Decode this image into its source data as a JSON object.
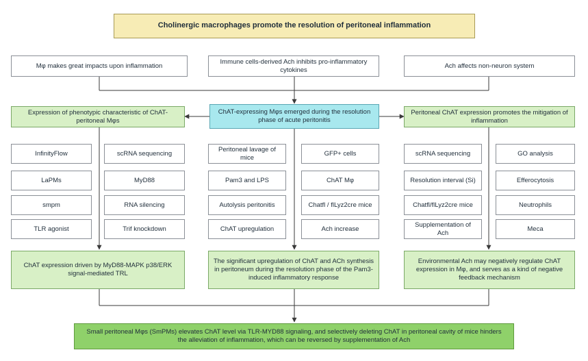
{
  "title": "Cholinergic macrophages promote the resolution of peritoneal inflammation",
  "top_row": [
    "Mφ makes great impacts upon inflammation",
    "Immune cells-derived Ach inhibits pro-inflammatory cytokines",
    "Ach affects non-neuron system"
  ],
  "center": "ChAT-expressing Mφs emerged during the resolution phase of acute peritonitis",
  "left_header": "Expression of phenotypic characteristic of ChAT-peritoneal Mφs",
  "right_header": "Peritoneal ChAT expression promotes the mitigation of inflammation",
  "left_items": {
    "col1": [
      "InfinityFlow",
      "LaPMs",
      "smpm",
      "TLR agonist"
    ],
    "col2": [
      "scRNA sequencing",
      "MyD88",
      "RNA silencing",
      "Trif knockdown"
    ]
  },
  "center_items": {
    "col1": [
      "Peritoneal lavage of mice",
      "Pam3 and LPS",
      "Autolysis peritonitis",
      "ChAT upregulation"
    ],
    "col2": [
      "GFP+ cells",
      "ChAT Mφ",
      "Chatfl / flLyz2cre mice",
      "Ach increase"
    ]
  },
  "right_items": {
    "col1": [
      "scRNA sequencing",
      "Resolution interval (Si)",
      "Chatfl/flLyz2cre mice",
      "Supplementation of Ach"
    ],
    "col2": [
      "GO analysis",
      "Efferocytosis",
      "Neutrophils",
      "Meca"
    ]
  },
  "conclusions": [
    "ChAT expression driven by MyD88-MAPK p38/ERK signal-mediated TRL",
    "The significant upregulation of ChAT and ACh synthesis in peritoneum during the resolution phase of the Pam3-induced inflammatory response",
    "Environmental Ach may negatively regulate ChAT expression in Mφ, and  serves as a kind of negative feedback mechanism"
  ],
  "final": "Small peritoneal Mφs (SmPMs) elevates ChAT level via TLR-MYD88 signaling, and selectively deleting ChAT in peritoneal cavity of mice hinders the alleviation of inflammation, which can be reversed by supplementation of Ach",
  "colors": {
    "title_fill": "#f7ecb5",
    "header_green": "#d8f0c6",
    "center_cyan": "#a8e8ee",
    "final_green": "#8fd16a",
    "line": "#3a3a3a"
  }
}
